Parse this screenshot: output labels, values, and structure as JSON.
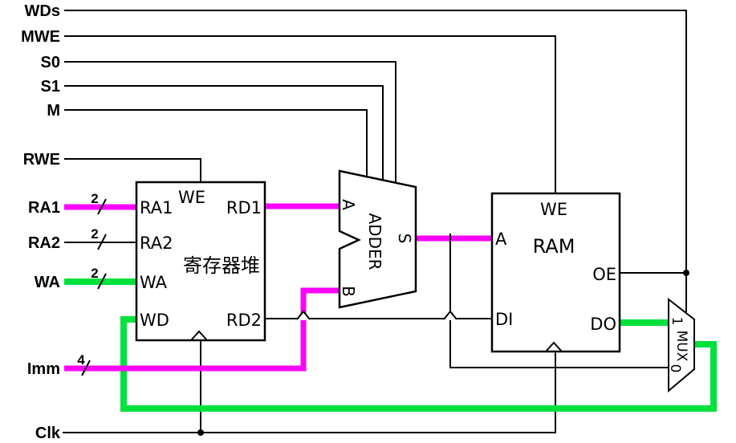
{
  "colors": {
    "bg": "#ffffff",
    "wire": "#000000",
    "mag": "#fb00fb",
    "grn": "#00e13c",
    "fill": "#ffffff"
  },
  "signals": {
    "wds": "WDs",
    "mwe": "MWE",
    "s0": "S0",
    "s1": "S1",
    "m": "M",
    "rwe": "RWE",
    "ra1": "RA1",
    "ra2": "RA2",
    "wa": "WA",
    "imm": "Imm",
    "clk": "Clk"
  },
  "bus_widths": {
    "ra1": "2",
    "ra2": "2",
    "wa": "2",
    "imm": "4"
  },
  "register_file": {
    "title": "寄存器堆",
    "ports": {
      "ra1": "RA1",
      "ra2": "RA2",
      "wa": "WA",
      "wd": "WD",
      "we": "WE",
      "rd1": "RD1",
      "rd2": "RD2"
    }
  },
  "adder": {
    "title": "ADDER",
    "ports": {
      "a": "A",
      "b": "B",
      "s": "S"
    }
  },
  "ram": {
    "title": "RAM",
    "ports": {
      "we": "WE",
      "a": "A",
      "di": "DI",
      "oe": "OE",
      "do": "DO"
    }
  },
  "mux": {
    "title": "MUX",
    "ports": {
      "in1": "1",
      "in0": "0"
    }
  }
}
